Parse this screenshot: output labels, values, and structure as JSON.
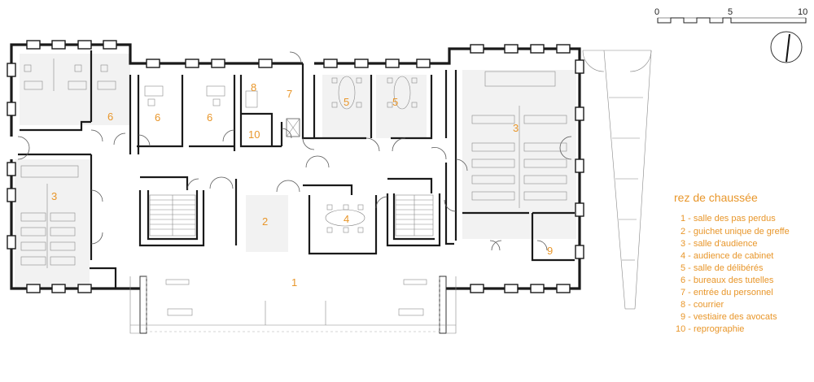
{
  "plan": {
    "room_labels": {
      "r1": "1",
      "r2": "2",
      "r3a": "3",
      "r3b": "3",
      "r4": "4",
      "r5a": "5",
      "r5b": "5",
      "r6a": "6",
      "r6b": "6",
      "r6c": "6",
      "r7": "7",
      "r8": "8",
      "r9": "9",
      "r10": "10"
    },
    "colors": {
      "label": "#e8962a",
      "wall": "#1a1a1a",
      "floor": "#f2f2f2"
    }
  },
  "scale": {
    "t0": "0",
    "t5": "5",
    "t10": "10"
  },
  "north_arrow_icon": "north-arrow-icon",
  "legend": {
    "title": "rez de chaussée",
    "items": [
      "1 - salle des pas perdus",
      "2 - guichet unique de greffe",
      "3 - salle d'audience",
      "4 - audience de cabinet",
      "5 - salle de délibérés",
      "6 - bureaux des tutelles",
      "7 - entrée du personnel",
      "8 - courrier",
      "9 - vestiaire des avocats",
      "10 - reprographie"
    ]
  }
}
